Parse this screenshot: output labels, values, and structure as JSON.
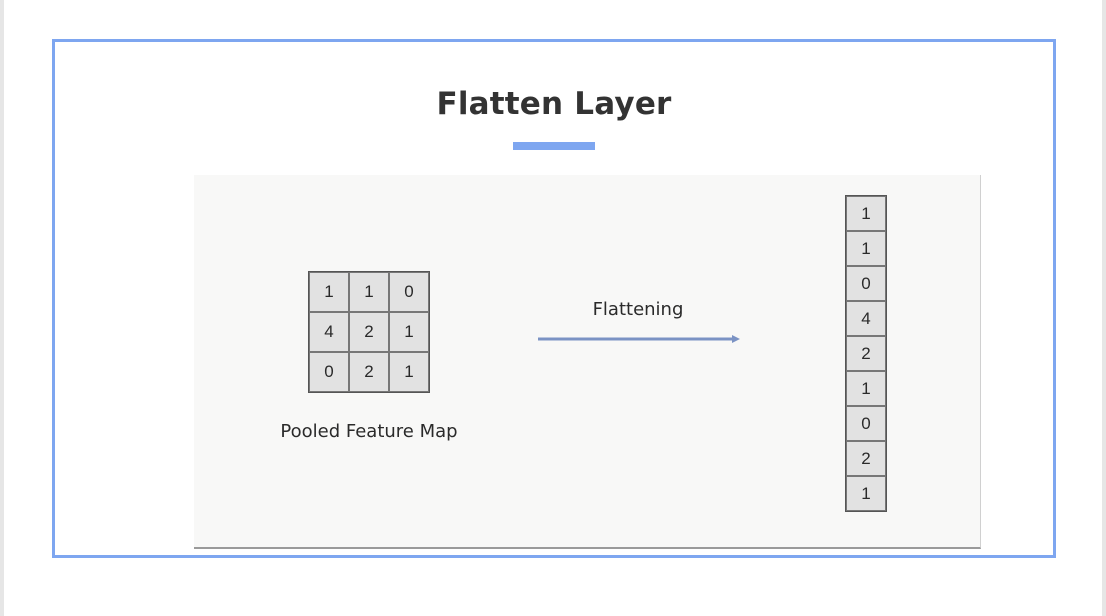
{
  "title": "Flatten Layer",
  "colors": {
    "accent": "#7ea6f0",
    "title_text": "#333333",
    "figure_bg": "#f8f8f7",
    "cell_bg": "#e2e2e2"
  },
  "figure": {
    "pooled_feature_map": {
      "label": "Pooled Feature Map",
      "rows": [
        [
          "1",
          "1",
          "0"
        ],
        [
          "4",
          "2",
          "1"
        ],
        [
          "0",
          "2",
          "1"
        ]
      ]
    },
    "operation_label": "Flattening",
    "flattened_vector": [
      "1",
      "1",
      "0",
      "4",
      "2",
      "1",
      "0",
      "2",
      "1"
    ]
  }
}
